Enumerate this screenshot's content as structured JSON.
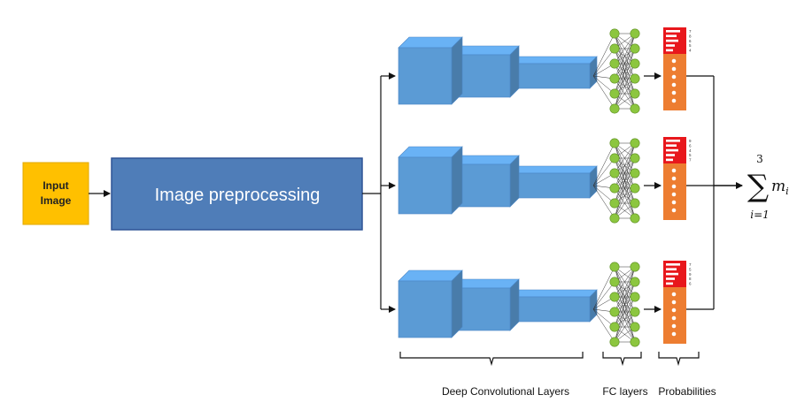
{
  "input_box": {
    "line1": "Input",
    "line2": "Image",
    "color": "#FFC000"
  },
  "preprocessing_box": {
    "label": "Image preprocessing",
    "color": "#4F7DB8"
  },
  "cnn_color": "#5B9BD5",
  "fc_node_color": "#8CC63F",
  "prob_colors": {
    "top": "#E8171C",
    "bottom": "#ED7D31"
  },
  "branches": [
    {
      "id": "branch-1",
      "digits": [
        "7",
        "8",
        "6",
        "5",
        "4"
      ]
    },
    {
      "id": "branch-2",
      "digits": [
        "9",
        "6",
        "4",
        "5",
        "7"
      ]
    },
    {
      "id": "branch-3",
      "digits": [
        "7",
        "5",
        "9",
        "8",
        "6"
      ]
    }
  ],
  "ensemble": {
    "upper": "3",
    "lower": "i=1",
    "term": "m",
    "subscript": "i"
  },
  "bottom_labels": {
    "conv": "Deep Convolutional Layers",
    "fc": "FC layers",
    "prob": "Probabilities"
  }
}
